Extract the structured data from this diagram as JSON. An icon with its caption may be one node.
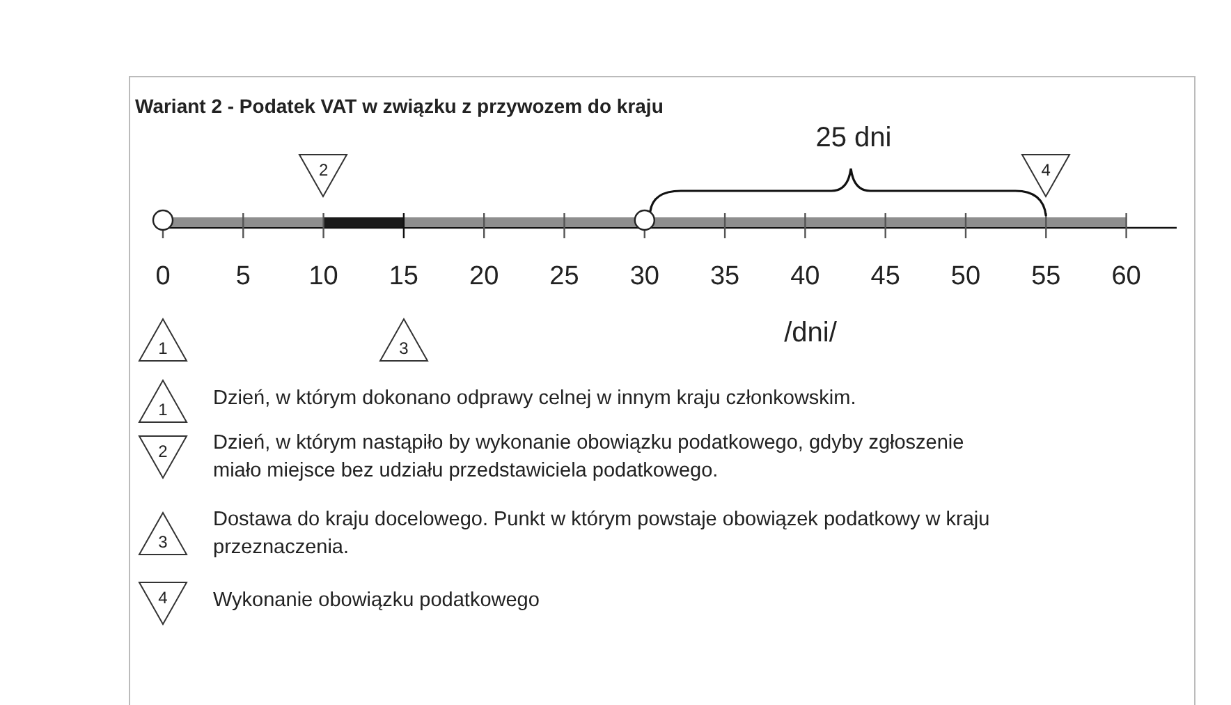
{
  "diagram": {
    "title": "Wariant 2 - Podatek VAT w związku z przywozem do kraju",
    "nodes": [
      {
        "text": [
          "2"
        ]
      },
      {
        "text": [
          "4"
        ]
      },
      {
        "text": [
          "1"
        ]
      },
      {
        "text": [
          "3"
        ]
      },
      {
        "text": [
          "1"
        ],
        "beside": [
          "Dzień, w którym dokonano odprawy celnej w innym kraju członkowskim."
        ]
      },
      {
        "text": [
          "2"
        ],
        "beside": [
          "Dzień, w którym nastąpiło by wykonanie obowiązku podatkowego, gdyby zgłoszenie miało miejsce bez udziału przedstawiciela podatkowego."
        ]
      },
      {
        "text": [
          "3"
        ],
        "beside": [
          "Dostawa do kraju docelowego. Punkt w którym powstaje obowiązek podatkowy w kraju przeznaczenia."
        ]
      },
      {
        "text": [
          "4"
        ],
        "beside": [
          "Wykonanie obowiązku podatkowego"
        ]
      }
    ],
    "labels": [
      "25 dni",
      "0",
      "5",
      "10",
      "15",
      "20",
      "25",
      "30",
      "35",
      "40",
      "45",
      "50",
      "55",
      "60",
      "/dni/"
    ]
  }
}
